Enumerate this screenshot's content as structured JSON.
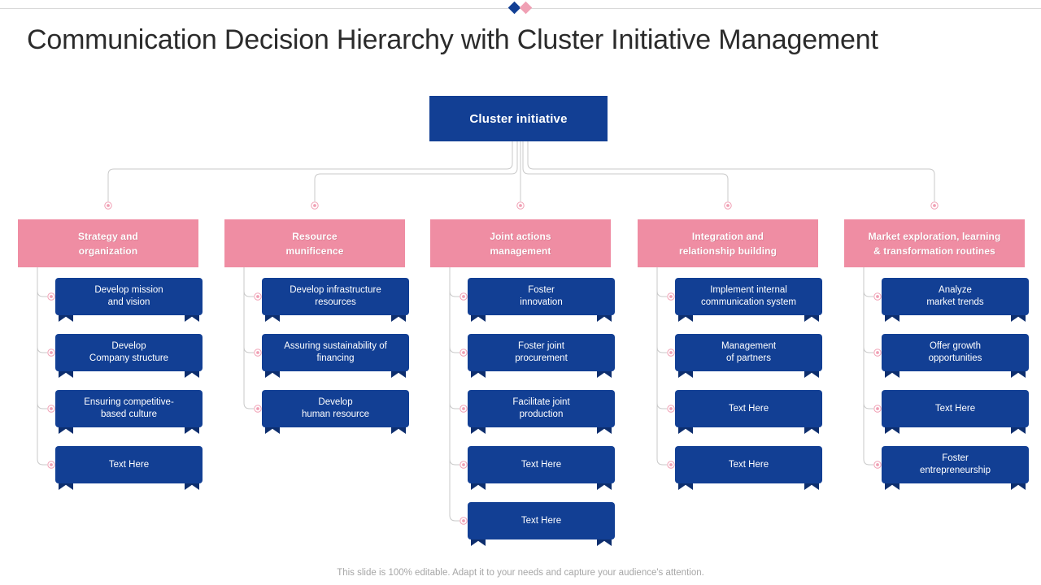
{
  "slide": {
    "title": "Communication Decision Hierarchy with Cluster Initiative Management",
    "footer": "This slide is 100% editable. Adapt it to your needs and capture your audience's attention.",
    "root_label": "Cluster initiative"
  },
  "colors": {
    "navy": "#123f94",
    "navy_dark": "#0d2e6e",
    "pink": "#ef8da3",
    "pink_marker": "#f0a0b4",
    "connector_gray": "#c9c9c9",
    "title_text": "#2b2b2b",
    "footer_text": "#a6a6a6"
  },
  "columns": [
    {
      "header": "Strategy and organization",
      "header_line1": "Strategy and",
      "header_line2": "organization",
      "items": [
        {
          "line1": "Develop  mission",
          "line2": "and vision"
        },
        {
          "line1": "Develop",
          "line2": "Company  structure"
        },
        {
          "line1": "Ensuring competitive-",
          "line2": "based culture"
        },
        {
          "line1": "Text Here",
          "line2": ""
        }
      ]
    },
    {
      "header": "Resource munificence",
      "header_line1": "Resource",
      "header_line2": "munificence",
      "items": [
        {
          "line1": "Develop  infrastructure",
          "line2": "resources"
        },
        {
          "line1": "Assuring sustainability of",
          "line2": "financing"
        },
        {
          "line1": "Develop",
          "line2": "human resource"
        }
      ]
    },
    {
      "header": "Joint actions management",
      "header_line1": "Joint  actions",
      "header_line2": "management",
      "items": [
        {
          "line1": "Foster",
          "line2": "innovation"
        },
        {
          "line1": "Foster joint",
          "line2": "procurement"
        },
        {
          "line1": "Facilitate joint",
          "line2": "production"
        },
        {
          "line1": "Text Here",
          "line2": ""
        },
        {
          "line1": "Text Here",
          "line2": ""
        }
      ]
    },
    {
      "header": "Integration and relationship building",
      "header_line1": "Integration and",
      "header_line2": "relationship building",
      "items": [
        {
          "line1": "Implement  internal",
          "line2": "communication  system"
        },
        {
          "line1": "Management",
          "line2": "of partners"
        },
        {
          "line1": "Text Here",
          "line2": ""
        },
        {
          "line1": "Text Here",
          "line2": ""
        }
      ]
    },
    {
      "header": "Market exploration, learning & transformation routines",
      "header_line1": "Market exploration, learning",
      "header_line2": "& transformation routines",
      "items": [
        {
          "line1": "Analyze",
          "line2": "market trends"
        },
        {
          "line1": "Offer  growth",
          "line2": "opportunities"
        },
        {
          "line1": "Text Here",
          "line2": ""
        },
        {
          "line1": "Foster",
          "line2": "entrepreneurship"
        }
      ]
    }
  ]
}
